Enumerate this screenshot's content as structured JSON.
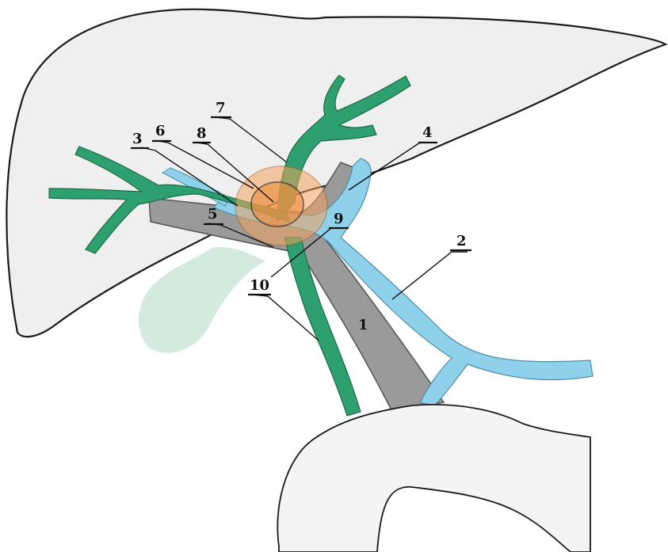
{
  "labels": {
    "l1": "1",
    "l2": "2",
    "l3": "3",
    "l4": "4",
    "l5": "5",
    "l6": "6",
    "l7": "7",
    "l8": "8",
    "l9": "9",
    "l10": "10"
  },
  "colors": {
    "liver": "#efefef",
    "outline": "#1a1a1a",
    "bile_duct": "#2e9f6e",
    "portal_vein": "#9a9a9a",
    "artery": "#8fd0ea",
    "gallbladder": "#cfe8da",
    "tumor": "#f2a45f",
    "duodenum": "#f4f4f4"
  }
}
